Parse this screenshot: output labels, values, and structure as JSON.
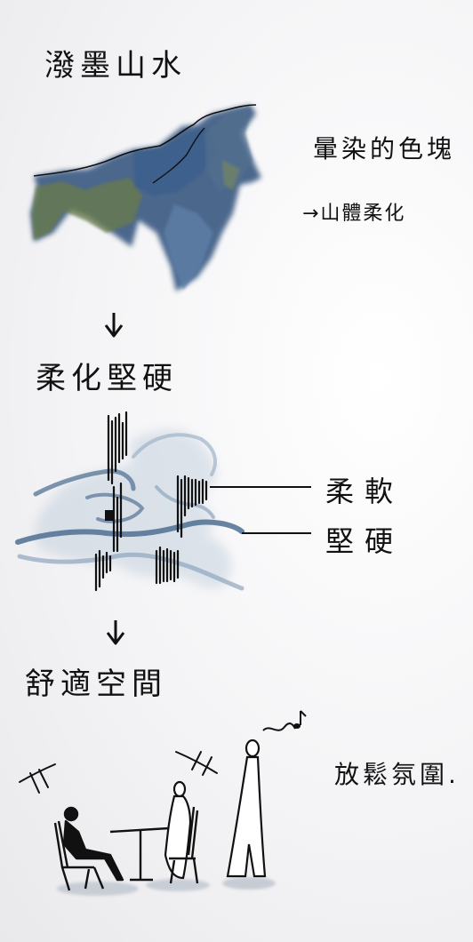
{
  "stages": [
    {
      "title": "潑墨山水",
      "notes": [
        "暈染的色塊",
        "→山體柔化"
      ]
    },
    {
      "title": "柔化堅硬",
      "labels": [
        "柔軟",
        "堅硬"
      ]
    },
    {
      "title": "舒適空間",
      "notes": [
        "放鬆氛圍."
      ]
    }
  ],
  "arrows": [
    "↓",
    "↓"
  ],
  "colors": {
    "ink": "#111111",
    "wash_blue": "#2d4f7a",
    "wash_green": "#6b7b4a",
    "wash_light": "#a9bccf"
  }
}
